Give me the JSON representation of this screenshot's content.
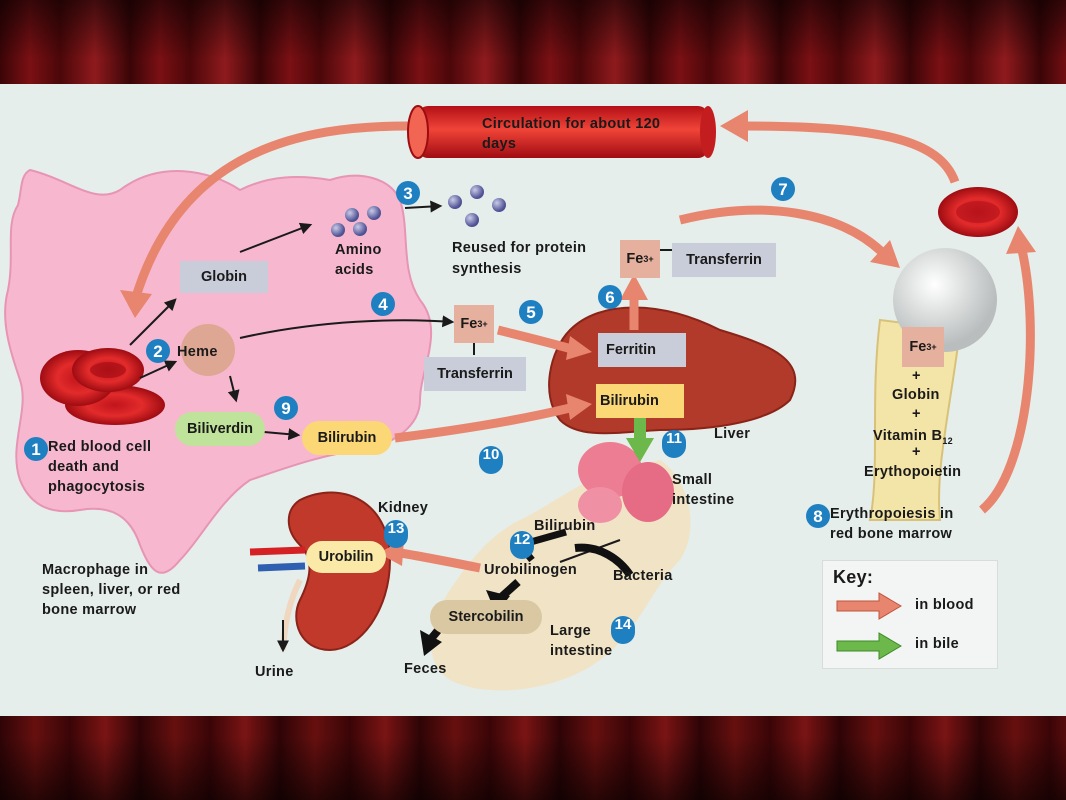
{
  "circulation_text": "Circulation for about 120 days",
  "steps": [
    "1",
    "2",
    "3",
    "4",
    "5",
    "6",
    "7",
    "8",
    "9",
    "10",
    "11",
    "12",
    "13",
    "14"
  ],
  "labels": {
    "globin": "Globin",
    "heme": "Heme",
    "amino_acids": "Amino acids",
    "reused": "Reused for protein synthesis",
    "fe": "Fe",
    "fe_charge": "3+",
    "transferrin": "Transferrin",
    "ferritin": "Ferritin",
    "bilirubin": "Bilirubin",
    "biliverdin": "Biliverdin",
    "liver": "Liver",
    "small_intestine": "Small intestine",
    "kidney": "Kidney",
    "urobilin": "Urobilin",
    "urobilinogen": "Urobilinogen",
    "bacteria": "Bacteria",
    "stercobilin": "Stercobilin",
    "large_intestine": "Large intestine",
    "feces": "Feces",
    "urine": "Urine",
    "rbc_death": "Red blood cell death and phagocytosis",
    "macrophage": "Macrophage in spleen, liver, or red bone marrow",
    "erythropoiesis": "Erythropoiesis in red bone marrow",
    "plus": "+",
    "globin2": "Globin",
    "vitamin": "Vitamin B",
    "vitamin_sub": "12",
    "erythropoietin": "Erythopoietin"
  },
  "key": {
    "title": "Key:",
    "in_blood": "in blood",
    "in_bile": "in bile",
    "blood_color": "#e8856e",
    "bile_color": "#6cb84a"
  }
}
